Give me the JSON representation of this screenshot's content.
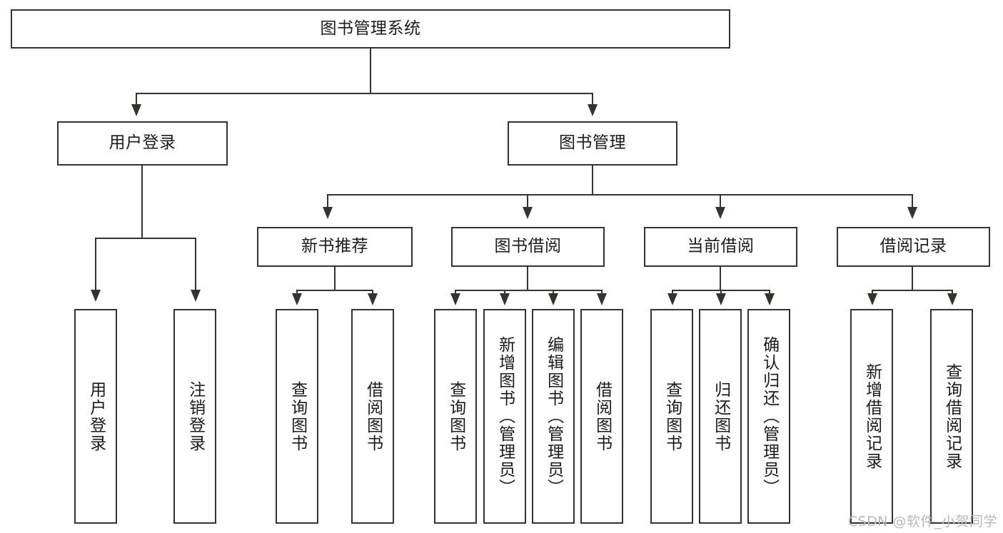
{
  "diagram": {
    "title": "图书管理系统",
    "type": "hierarchy-tree",
    "root": {
      "label": "图书管理系统"
    },
    "level2": [
      {
        "label": "用户登录"
      },
      {
        "label": "图书管理"
      }
    ],
    "level3": [
      {
        "label": "新书推荐"
      },
      {
        "label": "图书借阅"
      },
      {
        "label": "当前借阅"
      },
      {
        "label": "借阅记录"
      }
    ],
    "leaves_user_login": [
      {
        "label": "用户登录"
      },
      {
        "label": "注销登录"
      }
    ],
    "leaves_new_book": [
      {
        "label": "查询图书"
      },
      {
        "label": "借阅图书"
      }
    ],
    "leaves_borrow": [
      {
        "label": "查询图书"
      },
      {
        "label": "新增图书（管理员）"
      },
      {
        "label": "编辑图书（管理员）"
      },
      {
        "label": "借阅图书"
      }
    ],
    "leaves_current": [
      {
        "label": "查询图书"
      },
      {
        "label": "归还图书"
      },
      {
        "label": "确认归还（管理员）"
      }
    ],
    "leaves_record": [
      {
        "label": "新增借阅记录"
      },
      {
        "label": "查询借阅记录"
      }
    ]
  },
  "watermark": {
    "text": "CSDN @软件_小贺同学"
  },
  "colors": {
    "stroke": "#33332f",
    "text": "#1b1b1b",
    "background": "#ffffff",
    "watermark": "#b9b9b9"
  }
}
